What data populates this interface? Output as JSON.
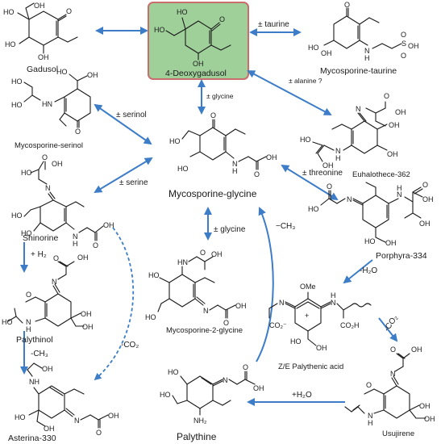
{
  "compounds": {
    "gadusol": "Gadusol",
    "deoxygadusol": "4-Deoxygadusol",
    "myco_taurine": "Mycosporine-taurine",
    "myco_serinol": "Mycosporine-serinol",
    "myco_glycine": "Mycosporine-glycine",
    "euhalothece": "Euhalothece-362",
    "shinorine": "Shinorine",
    "porphyra": "Porphyra-334",
    "palythinol": "Palythinol",
    "myco_2_glycine": "Mycosporine-2-glycine",
    "palythenic": "Z/E Palythenic acid",
    "asterina": "Asterina-330",
    "palythine": "Palythine",
    "usujirene": "Usujirene"
  },
  "edges": {
    "taurine": "± taurine",
    "alanine": "± alanine ?",
    "glycine_top": "± glycine",
    "serinol": "± serinol",
    "serine": "± serine",
    "threonine": "± threonine",
    "glycine_mid": "± glycine",
    "ch3_right": "−CH₃",
    "h2": "+ H₂",
    "ch3_left": "-CH₃",
    "co2_left": "-CO₂",
    "h2o_minus": "-H₂O",
    "co2_right": "-CO₂",
    "h2o_plus": "+H₂O"
  },
  "atoms": {
    "O": "O",
    "OH": "OH",
    "HO": "HO",
    "N": "N",
    "H": "H",
    "NH": "NH",
    "HN": "HN",
    "SO3H": "S",
    "NH2": "NH₂",
    "CO2m": "CO₂⁻",
    "CO2H": "CO₂H",
    "OMe": "OMe",
    "plus": "+"
  },
  "colors": {
    "arrow": "#3d7dc8",
    "highlight_fill": "#9fd09a",
    "highlight_border": "#c96d6d"
  }
}
